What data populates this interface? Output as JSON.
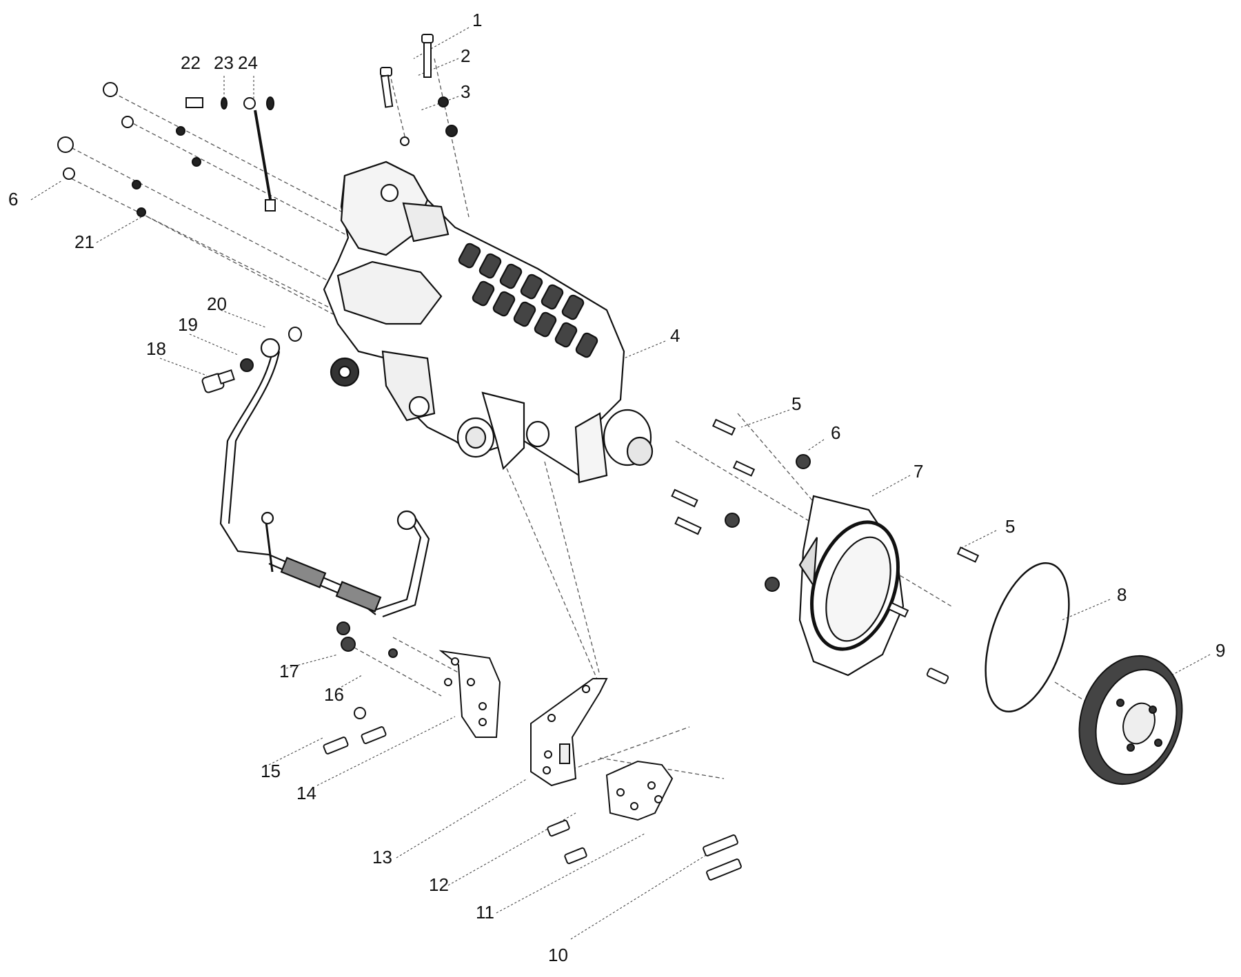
{
  "diagram": {
    "colors": {
      "line": "#111111",
      "leader": "#555555",
      "fill": "#ffffff",
      "shade": "#3a3a3a"
    },
    "callouts": [
      {
        "id": "c1",
        "text": "1"
      },
      {
        "id": "c2",
        "text": "2"
      },
      {
        "id": "c3",
        "text": "3"
      },
      {
        "id": "c4",
        "text": "4"
      },
      {
        "id": "c5a",
        "text": "5"
      },
      {
        "id": "c5b",
        "text": "5"
      },
      {
        "id": "c6a",
        "text": "6"
      },
      {
        "id": "c6b",
        "text": "6"
      },
      {
        "id": "c7",
        "text": "7"
      },
      {
        "id": "c8",
        "text": "8"
      },
      {
        "id": "c9",
        "text": "9"
      },
      {
        "id": "c10",
        "text": "10"
      },
      {
        "id": "c11",
        "text": "11"
      },
      {
        "id": "c12",
        "text": "12"
      },
      {
        "id": "c13",
        "text": "13"
      },
      {
        "id": "c14",
        "text": "14"
      },
      {
        "id": "c15",
        "text": "15"
      },
      {
        "id": "c16",
        "text": "16"
      },
      {
        "id": "c17",
        "text": "17"
      },
      {
        "id": "c18",
        "text": "18"
      },
      {
        "id": "c19",
        "text": "19"
      },
      {
        "id": "c20",
        "text": "20"
      },
      {
        "id": "c21",
        "text": "21"
      },
      {
        "id": "c22",
        "text": "22"
      },
      {
        "id": "c23",
        "text": "23"
      },
      {
        "id": "c24",
        "text": "24"
      }
    ]
  }
}
